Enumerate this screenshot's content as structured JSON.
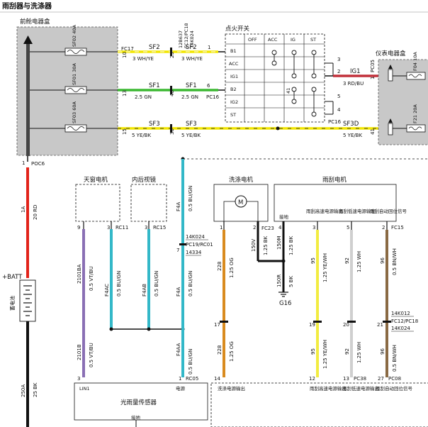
{
  "title": "雨刮器与洗涤器",
  "labels": {
    "front_box": "前舱电器盒",
    "ign_switch": "点火开关",
    "inst_box": "仪表电器盒",
    "sunroof_motor": "天窗电机",
    "mirror": "内后视镜",
    "washer_motor": "洗涤电机",
    "wiper_motor": "雨刮电机",
    "rain_sensor": "光雨量传感器",
    "battery": "蓄电池",
    "batt": "+BATT"
  },
  "fuses": {
    "sf02": "SF02 40A",
    "sf01": "SF01 30A",
    "sf03": "SF03 60A",
    "f04": "F04 10A",
    "f21": "F21 20A"
  },
  "ign_table": {
    "headers": [
      "OFF",
      "ACC",
      "IG",
      "ST"
    ],
    "rows": [
      "B1",
      "ACC",
      "IG1",
      "B2",
      "IG2",
      "ST"
    ]
  },
  "wires": {
    "sf2": "SF2",
    "sf1": "SF1",
    "sf3": "SF3",
    "sf3d": "SF3D",
    "ig1": "IG1",
    "w_wh_ye": "3 WH/YE",
    "w_gn": "2.5 GN",
    "w_ye_bk": "5 YE/BK",
    "w_rd_bu": "3 RD/BU",
    "w_rd": "20 RD",
    "w_bk": "25 BK",
    "w_vt_bu": "0.5 VT/BU",
    "w_bu_gn": "0.5 BU/GN",
    "w_og": "1.25 OG",
    "w_bk125": "1.25 BK",
    "w_bk5": "5 BK",
    "w_ye_wh": "1.25 YE/WH",
    "w_wh": "1.25 WH",
    "w_bn_wh": "0.5 BN/WH"
  },
  "circuits": {
    "c1a": "1A",
    "c250a": "250A",
    "c2101ba": "2101BA",
    "c2101b": "2101B",
    "cf4ac": "F4AC",
    "cf4ab": "F4AB",
    "cf4a": "F4A",
    "cf4aa": "F4AA",
    "c228": "228",
    "c150v": "150V",
    "c150m": "150M",
    "c150r": "150R",
    "c95": "95",
    "c92": "92",
    "c96": "96"
  },
  "connectors": {
    "fc17": "FC17",
    "fc12_line1": "12B637",
    "fc12_line2": "FC12/PC18",
    "fc12_line3": "14K024",
    "pc16": "PC16",
    "pc05": "PC05",
    "poc6": "POC6",
    "rc11": "RC11",
    "rc15": "RC15",
    "k024": "14K024",
    "pc19": "PC19/RC01",
    "k334": "14334",
    "rc05": "RC05",
    "fc23": "FC23",
    "g16": "G16",
    "fc15": "FC15",
    "k012": "14K012",
    "fc12b": "FC12/PC18",
    "k024b": "14K024",
    "pc38": "PC38",
    "pc08": "PC08"
  },
  "pins": {
    "p10": "10",
    "p29": "29",
    "p1": "1",
    "p13": "13",
    "p40": "40",
    "p6": "6",
    "p15": "15",
    "p30": "30",
    "p3": "3",
    "p2": "2",
    "p4": "4",
    "p5": "5",
    "p41": "41",
    "p9": "9",
    "p7": "7",
    "p17": "17",
    "p19": "19",
    "p20": "20",
    "p21": "21",
    "p14": "14",
    "p12": "12",
    "p13b": "13",
    "p27": "27"
  },
  "pin_labels": {
    "gnd": "接地",
    "hi": "雨刮高速电源输出",
    "lo": "雨刮低速电源输出",
    "park": "雨刮自动回位信号",
    "wash_out": "洗涤电源输出",
    "hi_out": "雨刮高速电源输出",
    "lo_out": "雨刮低速电源输出",
    "park_out": "雨刮自动回位信号",
    "lin": "LIN1",
    "power": "电源",
    "ground2": "接地"
  },
  "colors": {
    "wh_ye": "#f2e600",
    "gn": "#3cb832",
    "ye_bk": "#f2e600",
    "rd": "#e2231a",
    "bk": "#111111",
    "vt_bu": "#8a6fb4",
    "bu_gn": "#33b8c8",
    "og": "#d98b1f",
    "ye_wh": "#f2ec40",
    "wh": "#cfcfcf",
    "bn_wh": "#8a6a44",
    "rd_bu": "#c2303a",
    "box_fill": "#c8c8c8"
  }
}
